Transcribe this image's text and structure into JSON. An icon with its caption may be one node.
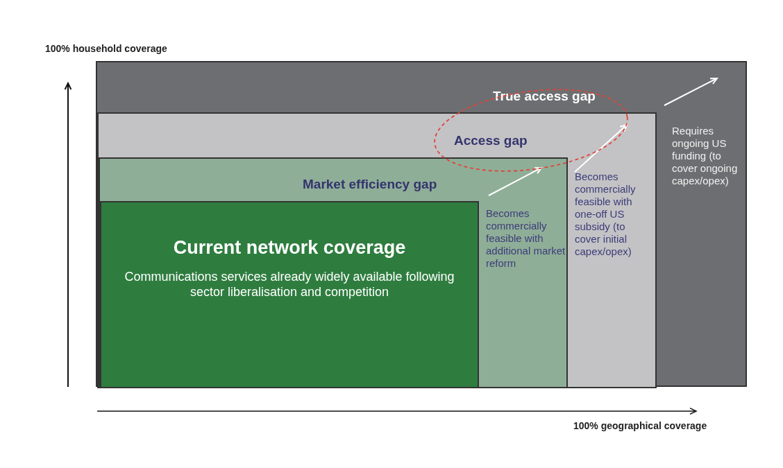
{
  "diagram": {
    "nodes": [
      {
        "text": [
          "True access gap",
          "Requires ongoing US funding (to cover ongoing capex/opex)"
        ]
      },
      {
        "text": [
          "Access gap",
          "Becomes commercially feasible with one-off US subsidy (to cover initial capex/opex)"
        ],
        "in": 0
      },
      {
        "text": [
          "Market efficiency gap",
          "Becomes commercially feasible with additional market reform"
        ],
        "in": 1
      },
      {
        "text": [
          "Current network coverage",
          "Communications services already widely available following sector liberalisation and competition"
        ],
        "in": 2
      }
    ],
    "labels": [
      "100% household coverage",
      "100% geographical coverage"
    ]
  }
}
